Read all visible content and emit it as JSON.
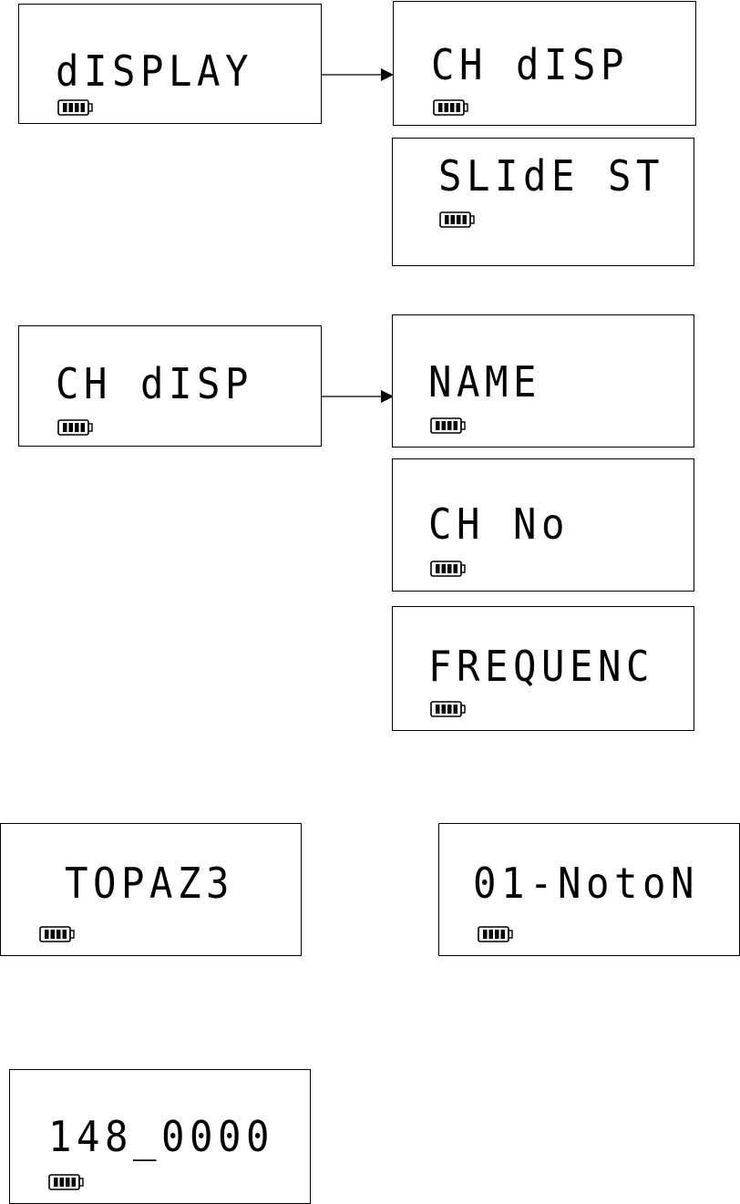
{
  "screens": {
    "display": {
      "text": "dISPLAY",
      "battery_level": 4
    },
    "ch_disp_top": {
      "text": "CH dISP",
      "battery_level": 4
    },
    "slide_st": {
      "text": "SLIdE ST",
      "battery_level": 4
    },
    "ch_disp_mid": {
      "text": "CH dISP",
      "battery_level": 4
    },
    "name": {
      "text": "NAME",
      "battery_level": 4
    },
    "ch_no": {
      "text": "CH No",
      "battery_level": 4
    },
    "frequenc": {
      "text": "FREQUENC",
      "battery_level": 4
    },
    "topaz3": {
      "text": "TOPAZ3",
      "battery_level": 4
    },
    "01_noton": {
      "text": "01-NotoN",
      "battery_level": 4
    },
    "freq_value": {
      "text": "148_0000",
      "battery_level": 4
    }
  },
  "colors": {
    "ink": "#000000",
    "background": "#ffffff"
  },
  "icons": {
    "battery": "battery-full-icon",
    "arrow": "arrow-right-icon"
  }
}
